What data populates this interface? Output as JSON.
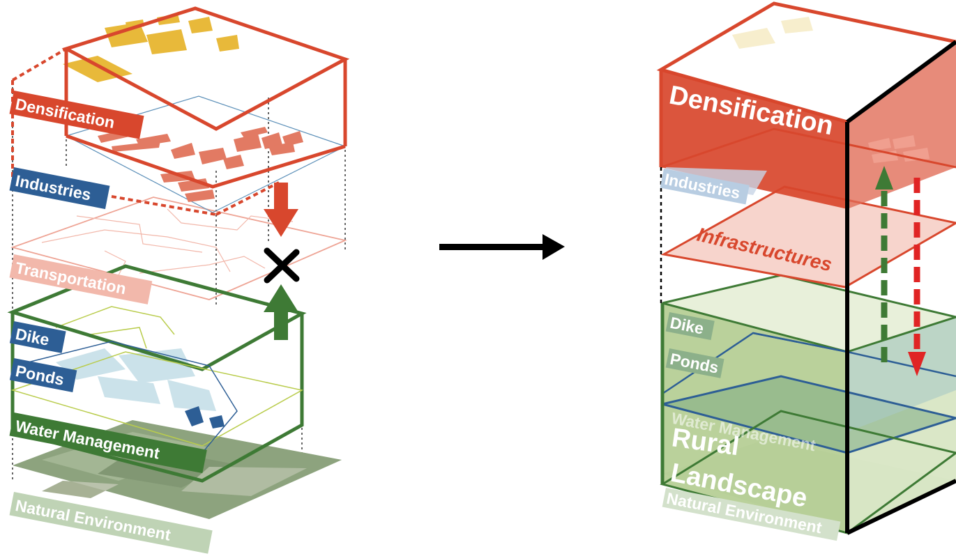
{
  "left_diagram": {
    "labels": {
      "densification": "Densification",
      "industries": "Industries",
      "transportation": "Transportation",
      "dike": "Dike",
      "ponds": "Ponds",
      "water_management": "Water Management",
      "natural_environment": "Natural Environment"
    }
  },
  "right_diagram": {
    "labels": {
      "densification": "Densification",
      "industries": "Industries",
      "infrastructures": "Infrastructures",
      "dike": "Dike",
      "ponds": "Ponds",
      "water_management": "Water Management",
      "rural": "Rural",
      "landscape": "Landscape",
      "natural_environment": "Natural Environment"
    }
  },
  "colors": {
    "red": "#d8472d",
    "pink": "#eea495",
    "blue": "#2d5e95",
    "green": "#3e7a35",
    "green_fill": "#aec98a",
    "yellow": "#e7bd2e",
    "black": "#000000"
  }
}
